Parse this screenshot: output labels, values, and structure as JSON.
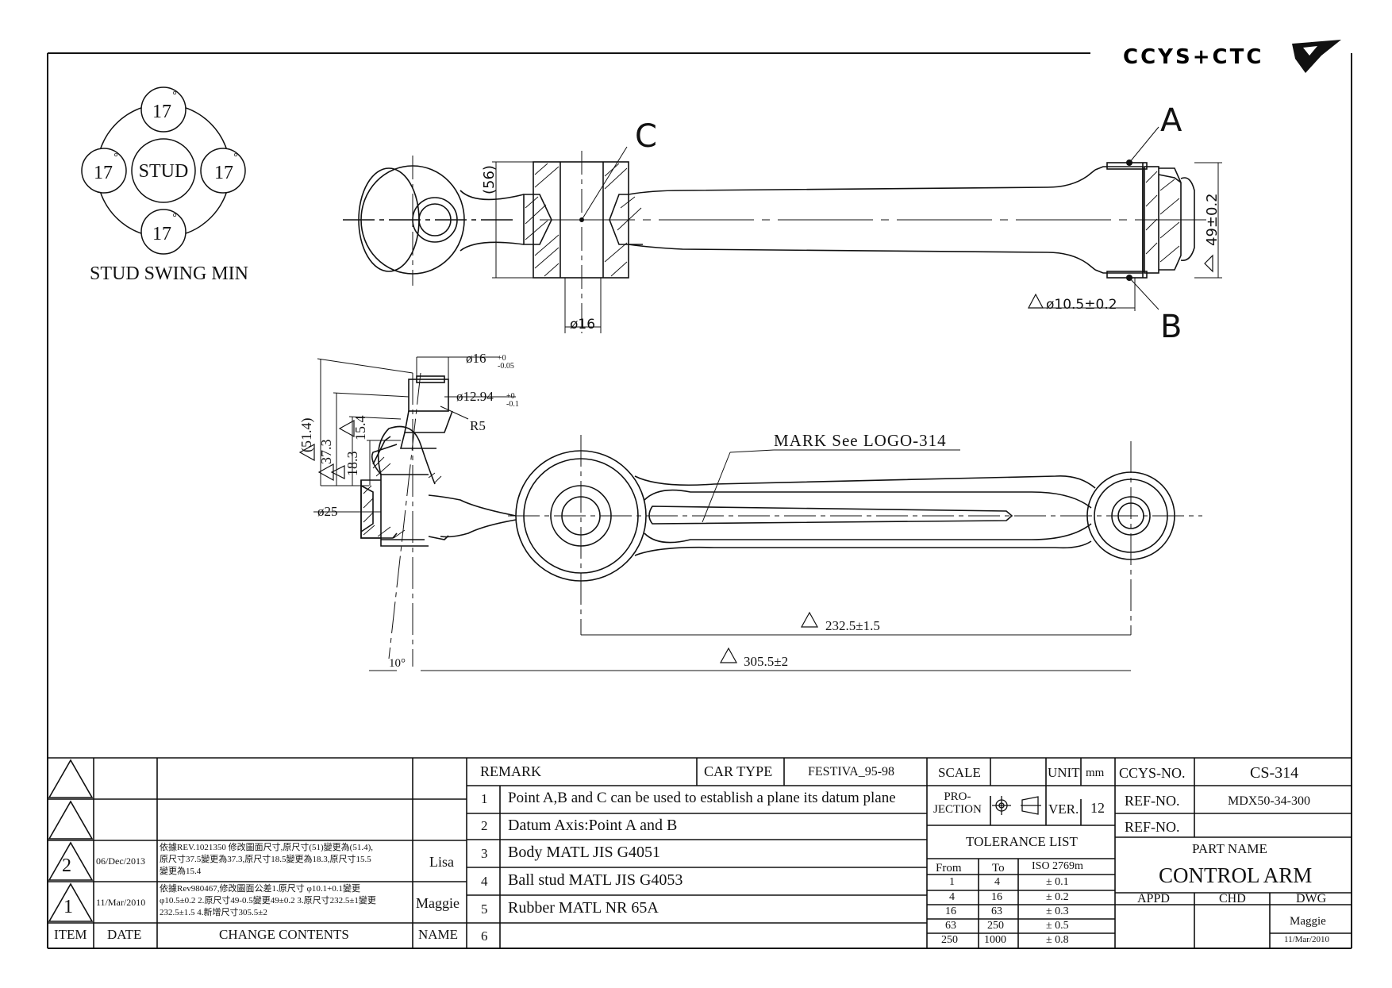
{
  "header": {
    "logo_text": "CCYS+CTC"
  },
  "stud_swing": {
    "title": "STUD SWING MIN",
    "center_label": "STUD",
    "top": "17",
    "left": "17",
    "right": "17",
    "bottom": "17",
    "unit": "°"
  },
  "top_view": {
    "label_c": "C",
    "label_a": "A",
    "label_b": "B",
    "dim_56": "(56)",
    "dim_phi16": "ø16",
    "dim_49": "49±0.2",
    "dim_phi105": "ø10.5±0.2"
  },
  "side_view": {
    "dim_phi16_tol": "ø16",
    "dim_phi16_sup": "+0",
    "dim_phi16_sub": "-0.05",
    "dim_phi1294": "ø12.94",
    "dim_phi1294_sup": "+0",
    "dim_phi1294_sub": "-0.1",
    "dim_r5": "R5",
    "dim_514": "(51.4)",
    "dim_373": "37.3",
    "dim_154": "15.4",
    "dim_183": "18.3",
    "dim_phi25": "ø25",
    "dim_10deg": "10°",
    "mark_note": "MARK See LOGO-314",
    "dim_2325": "232.5±1.5",
    "dim_3055": "305.5±2"
  },
  "revisions": {
    "rows": [
      {
        "item": "",
        "date": "",
        "contents": "",
        "name": ""
      },
      {
        "item": "",
        "date": "",
        "contents": "",
        "name": ""
      },
      {
        "item": "2",
        "date": "06/Dec/2013",
        "contents_1": "依據REV.1021350 修改圖面尺寸,原尺寸(51)變更為(51.4),",
        "contents_2": "原尺寸37.5變更為37.3,原尺寸18.5變更為18.3,原尺寸15.5",
        "contents_3": "變更為15.4",
        "name": "Lisa"
      },
      {
        "item": "1",
        "date": "11/Mar/2010",
        "contents_1": "依據Rev980467,修改圖面公差1.原尺寸 φ10.1+0.1變更",
        "contents_2": "φ10.5±0.2 2.原尺寸49-0.5變更49±0.2 3.原尺寸232.5±1變更",
        "contents_3": "232.5±1.5 4.新增尺寸305.5±2",
        "name": "Maggie"
      }
    ],
    "headers": {
      "item": "ITEM",
      "date": "DATE",
      "contents": "CHANGE CONTENTS",
      "name": "NAME"
    }
  },
  "remarks": {
    "header": "REMARK",
    "car_type_label": "CAR TYPE",
    "car_type": "FESTIVA_95-98",
    "items": [
      {
        "no": "1",
        "text": "Point A,B and C can be used to establish a plane its datum plane"
      },
      {
        "no": "2",
        "text": "Datum Axis:Point A and B"
      },
      {
        "no": "3",
        "text": "Body MATL JIS G4051"
      },
      {
        "no": "4",
        "text": "Ball stud MATL JIS G4053"
      },
      {
        "no": "5",
        "text": "Rubber MATL NR 65A"
      },
      {
        "no": "6",
        "text": ""
      }
    ]
  },
  "spec": {
    "scale_label": "SCALE",
    "scale": "",
    "unit_label": "UNIT",
    "unit": "mm",
    "projection_label_1": "PRO-",
    "projection_label_2": "JECTION",
    "ver_label": "VER.",
    "ver": "12",
    "tolerance_title": "TOLERANCE LIST",
    "tol_headers": {
      "from": "From",
      "to": "To",
      "iso": "ISO 2769m"
    },
    "tolerances": [
      {
        "from": "1",
        "to": "4",
        "tol": "± 0.1"
      },
      {
        "from": "4",
        "to": "16",
        "tol": "± 0.2"
      },
      {
        "from": "16",
        "to": "63",
        "tol": "± 0.3"
      },
      {
        "from": "63",
        "to": "250",
        "tol": "± 0.5"
      },
      {
        "from": "250",
        "to": "1000",
        "tol": "± 0.8"
      }
    ]
  },
  "title_block": {
    "ccys_no_label": "CCYS-NO.",
    "ccys_no": "CS-314",
    "ref_no_label": "REF-NO.",
    "ref_no": "MDX50-34-300",
    "ref_no2_label": "REF-NO.",
    "ref_no2": "",
    "part_name_label": "PART NAME",
    "part_name": "CONTROL ARM",
    "appd_label": "APPD",
    "chd_label": "CHD",
    "dwg_label": "DWG",
    "dwg_name": "Maggie",
    "dwg_date": "11/Mar/2010"
  }
}
